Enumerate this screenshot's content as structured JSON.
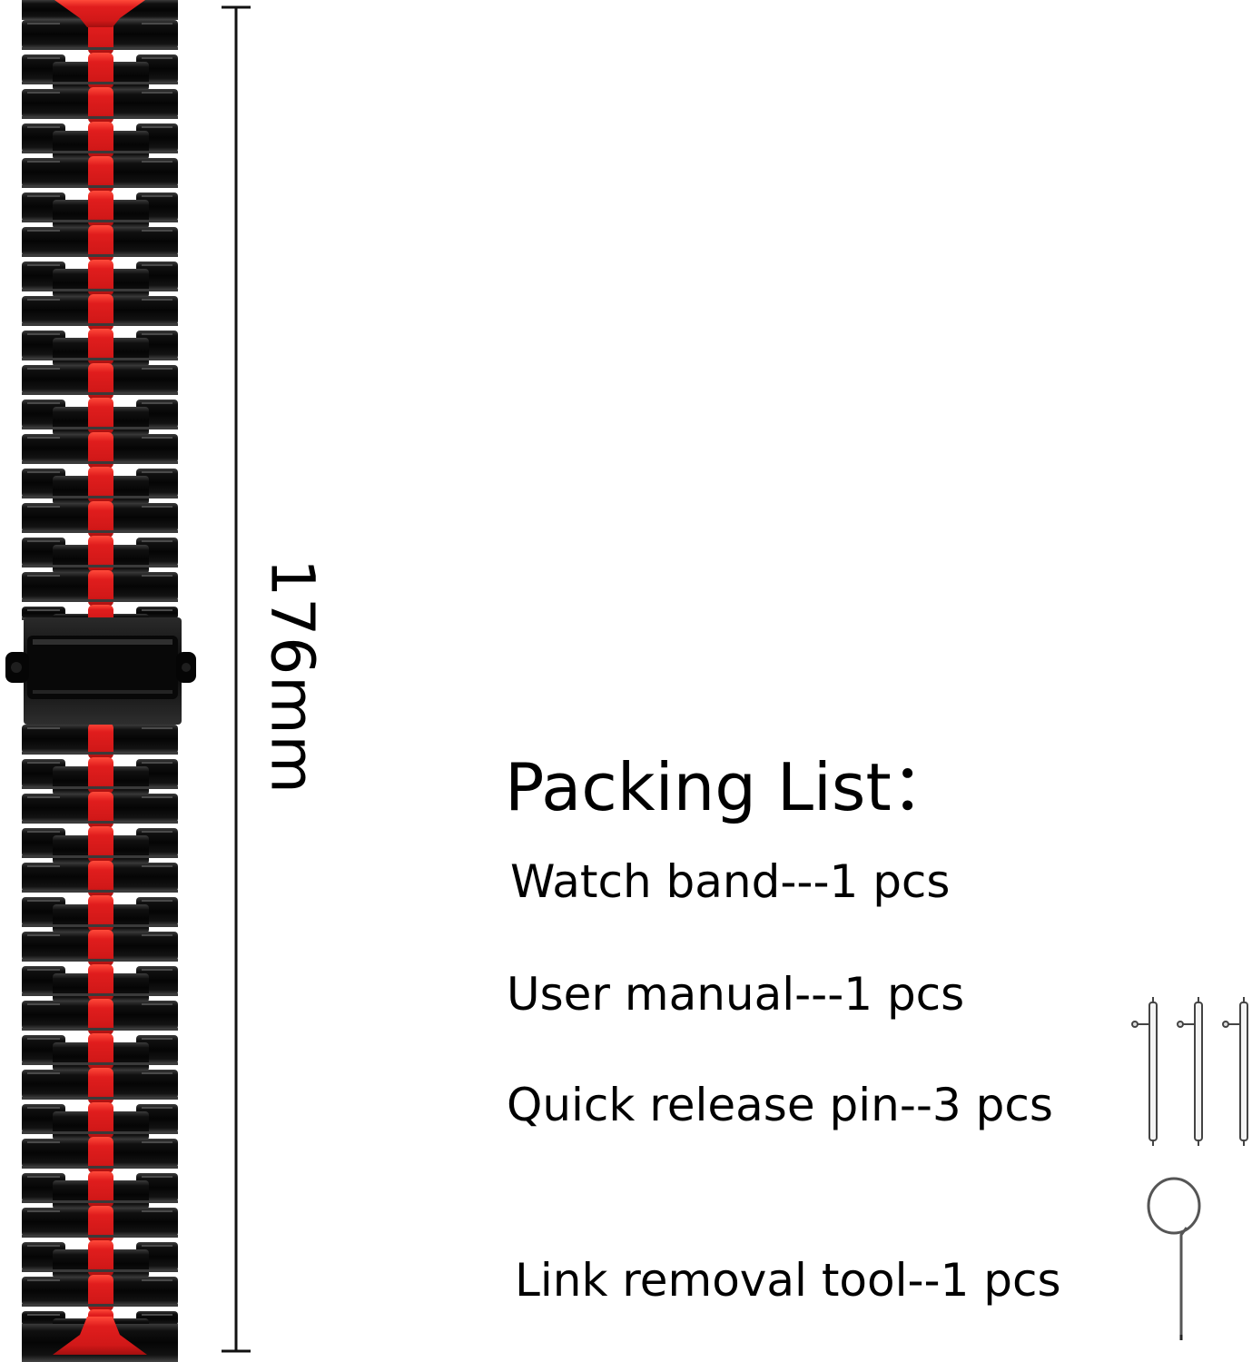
{
  "measurement": {
    "label": "176mm"
  },
  "packing_list": {
    "title": "Packing List：",
    "items": [
      "Watch band---1 pcs",
      "User manual---1 pcs",
      "Quick release pin--3 pcs",
      "Link removal tool--1 pcs"
    ]
  },
  "colors": {
    "band_metal": "#141414",
    "band_accent": "#e01d1d",
    "background": "#ffffff",
    "line": "#111111"
  },
  "illustration": {
    "band": "black-and-red-metal-link-watch-band",
    "pins": "quick-release-spring-bar-icon",
    "tool": "link-removal-tool-icon"
  }
}
